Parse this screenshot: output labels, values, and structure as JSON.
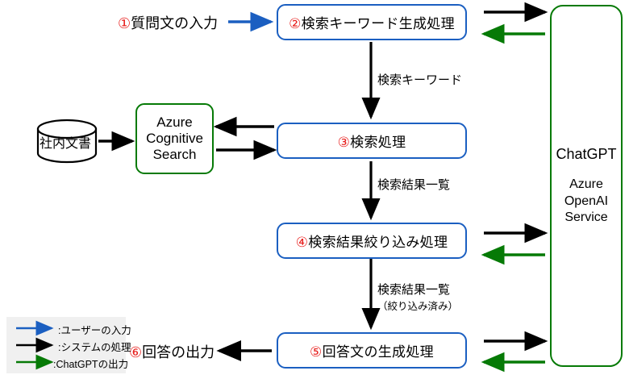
{
  "diagram": {
    "title": "ChatGPT Azure OpenAI Service RAG flow",
    "colors": {
      "process_border": "#1B5FC1",
      "service_border": "#067A06",
      "user_arrow": "#1B5FC1",
      "system_arrow": "#000000",
      "chatgpt_arrow": "#067A06",
      "number_color": "#E8201E",
      "legend_bg": "#f0f0f0"
    }
  },
  "nodes": {
    "user_input": {
      "num": "①",
      "label": "質問文の入力"
    },
    "keyword_gen": {
      "num": "②",
      "label": "検索キーワード生成処理"
    },
    "search_proc": {
      "num": "③",
      "label": "検索処理"
    },
    "narrow_proc": {
      "num": "④",
      "label": "検索結果絞り込み処理"
    },
    "answer_gen": {
      "num": "⑤",
      "label": "回答文の生成処理"
    },
    "answer_out": {
      "num": "⑥",
      "label": "回答の出力"
    },
    "documents": {
      "label": "社内文書"
    },
    "cognitive_search": {
      "line1": "Azure",
      "line2": "Cognitive",
      "line3": "Search"
    },
    "chatgpt": {
      "title": "ChatGPT",
      "line1": "Azure",
      "line2": "OpenAI",
      "line3": "Service"
    }
  },
  "edge_labels": {
    "keyword": "検索キーワード",
    "results": "検索結果一覧",
    "results_filtered": "検索結果一覧",
    "results_filtered_sub": "（絞り込み済み）"
  },
  "legend": {
    "items": [
      {
        "color": "#1B5FC1",
        "label": ":ユーザーの入力"
      },
      {
        "color": "#000000",
        "label": ":システムの処理"
      },
      {
        "color": "#067A06",
        "label": ":ChatGPTの出力"
      }
    ]
  }
}
